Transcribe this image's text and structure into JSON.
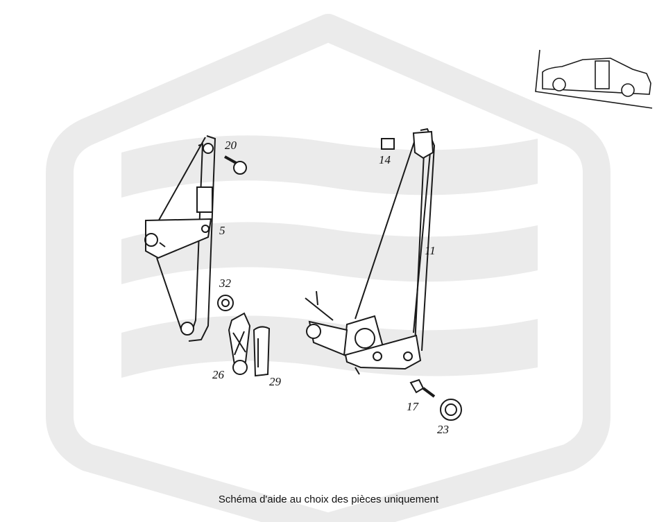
{
  "labels": {
    "p5": "5",
    "p11": "11",
    "p14": "14",
    "p17": "17",
    "p20": "20",
    "p23": "23",
    "p26": "26",
    "p29": "29",
    "p32": "32"
  },
  "caption": "Schéma d'aide au choix des pièces uniquement",
  "colors": {
    "watermark": "#ebebeb",
    "line": "#1a1a1a"
  }
}
